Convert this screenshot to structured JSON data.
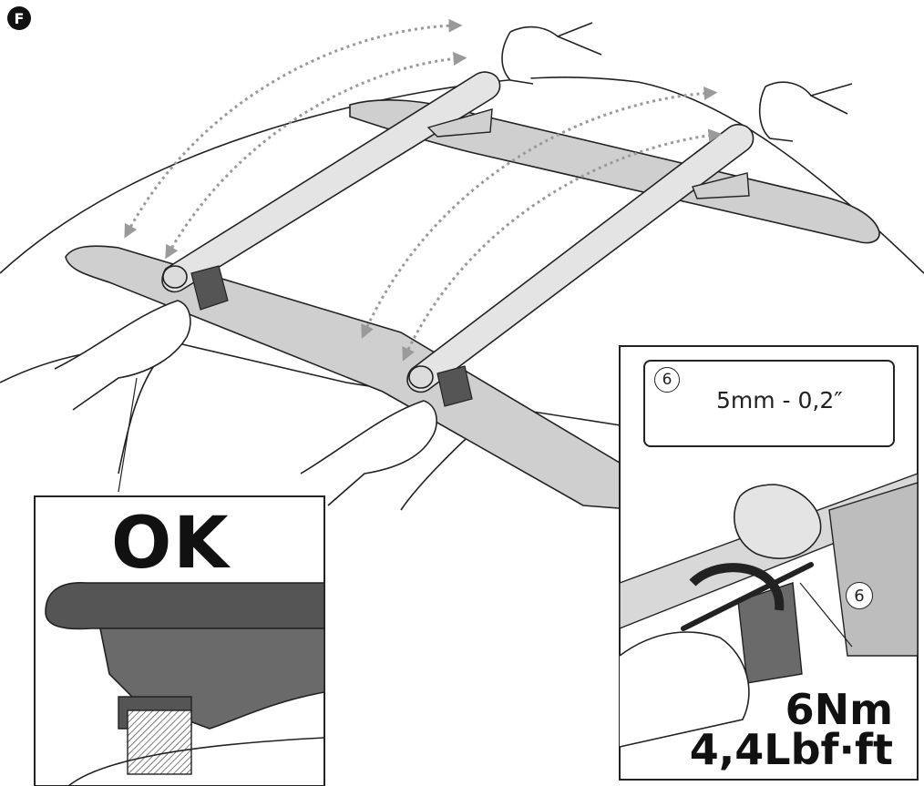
{
  "step": {
    "letter": "F"
  },
  "ok_panel": {
    "label": "OK"
  },
  "tool": {
    "number": "6",
    "hex_icon": "hex-key-icon",
    "size": "5mm - 0,2″"
  },
  "callout": {
    "number": "6"
  },
  "torque": {
    "metric": "6Nm",
    "imperial": "4,4Lbf·ft"
  },
  "colors": {
    "line": "#222222",
    "rail_fill": "#cfcfcf",
    "bar_fill": "#e4e4e4",
    "arrow": "#9a9a9a"
  }
}
